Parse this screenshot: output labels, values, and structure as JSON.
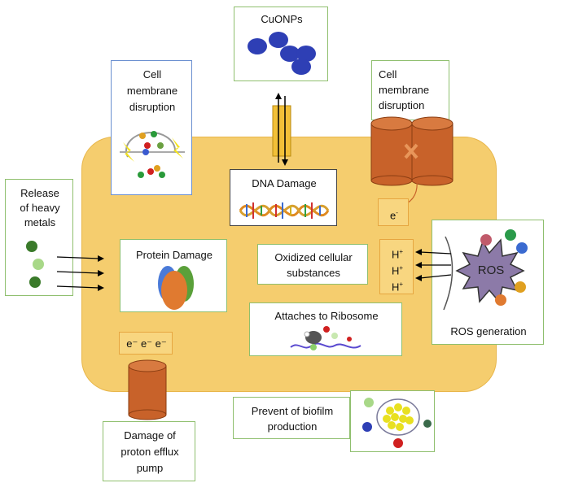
{
  "labels": {
    "cuonps": "CuONPs",
    "cell_disruption_left_1": "Cell",
    "cell_disruption_left_2": "membrane",
    "cell_disruption_left_3": "disruption",
    "cell_disruption_right_1": "Cell",
    "cell_disruption_right_2": "membrane",
    "cell_disruption_right_3": "disruption",
    "dna_damage": "DNA Damage",
    "release_1": "Release",
    "release_2": "of heavy",
    "release_3": "metals",
    "protein_damage": "Protein Damage",
    "oxidized_1": "Oxidized cellular",
    "oxidized_2": "substances",
    "ribosome": "Attaches to Ribosome",
    "ros": "ROS",
    "ros_generation": "ROS generation",
    "electron": "e",
    "electron_sup": "-",
    "electrons_triple": "e⁻ e⁻ e⁻",
    "h1": "H",
    "h_sup": "+",
    "biofilm_1": "Prevent of biofilm",
    "biofilm_2": "production",
    "pump_1": "Damage of",
    "pump_2": "proton efflux",
    "pump_3": "pump"
  },
  "colors": {
    "cell_fill": "#f5cd6e",
    "box_border": "#8fbf6e",
    "cylinder": "#c8622a",
    "nanoparticle": "#2e3fb5"
  }
}
